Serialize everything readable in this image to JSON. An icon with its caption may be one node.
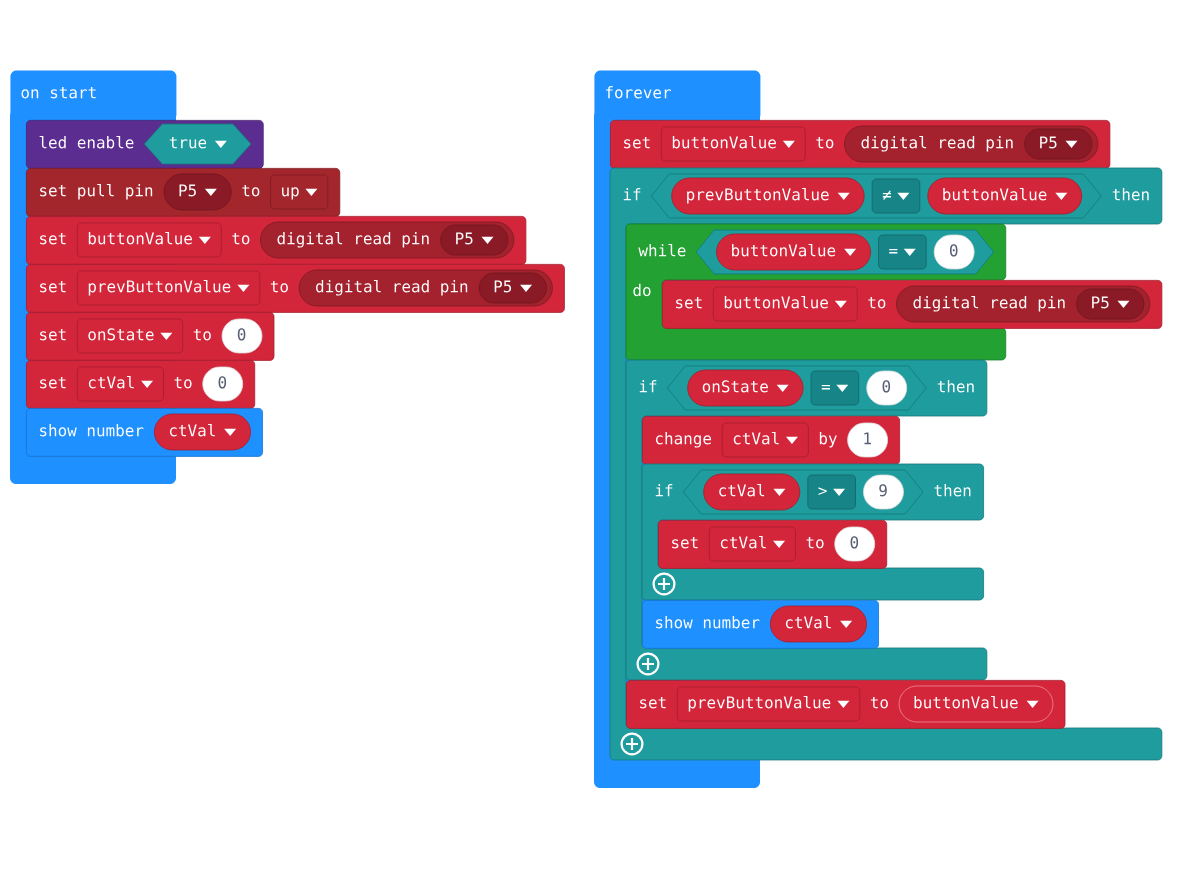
{
  "diagram": {
    "nodes": [
      {
        "text": [
          "on start"
        ]
      },
      {
        "text": [
          "led enable"
        ]
      },
      {
        "text": [
          "true"
        ],
        "in": 1
      },
      {
        "text": [
          "set pull pin",
          "to"
        ]
      },
      {
        "text": [
          "P5"
        ],
        "in": 3
      },
      {
        "text": [
          "up"
        ],
        "in": 3
      },
      {
        "text": [
          "set",
          "to"
        ]
      },
      {
        "text": [
          "buttonValue"
        ],
        "in": 6
      },
      {
        "text": [
          "digital read pin"
        ],
        "in": 6
      },
      {
        "text": [
          "P5"
        ],
        "in": 8
      },
      {
        "text": [
          "set",
          "to"
        ]
      },
      {
        "text": [
          "prevButtonValue"
        ],
        "in": 10
      },
      {
        "text": [
          "digital read pin"
        ],
        "in": 10
      },
      {
        "text": [
          "P5"
        ],
        "in": 12
      },
      {
        "text": [
          "set",
          "to"
        ]
      },
      {
        "text": [
          "onState"
        ],
        "in": 14
      },
      {
        "text": [
          "0"
        ],
        "in": 14
      },
      {
        "text": [
          "set",
          "to"
        ]
      },
      {
        "text": [
          "ctVal"
        ],
        "in": 17
      },
      {
        "text": [
          "0"
        ],
        "in": 17
      },
      {
        "text": [
          "show number"
        ]
      },
      {
        "text": [
          "ctVal"
        ],
        "in": 20
      },
      {
        "text": [
          "forever"
        ]
      },
      {
        "text": [
          "set",
          "to"
        ]
      },
      {
        "text": [
          "buttonValue"
        ],
        "in": 23
      },
      {
        "text": [
          "digital read pin"
        ],
        "in": 23
      },
      {
        "text": [
          "P5"
        ],
        "in": 25
      },
      {
        "text": [
          "if",
          "then"
        ]
      },
      {
        "text": [],
        "shape": "hexagon",
        "in": 27
      },
      {
        "text": [
          "prevButtonValue"
        ],
        "in": 28
      },
      {
        "text": [
          "≠"
        ],
        "in": 28
      },
      {
        "text": [
          "buttonValue"
        ],
        "in": 28
      },
      {
        "text": [
          "while",
          "do"
        ],
        "in": 27
      },
      {
        "text": [],
        "shape": "hexagon",
        "in": 32
      },
      {
        "text": [
          "buttonValue"
        ],
        "in": 33
      },
      {
        "text": [
          "="
        ],
        "in": 33
      },
      {
        "text": [
          "0"
        ],
        "in": 33
      },
      {
        "text": [
          "set",
          "to"
        ]
      },
      {
        "text": [
          "buttonValue"
        ],
        "in": 37
      },
      {
        "text": [
          "digital read pin"
        ],
        "in": 37
      },
      {
        "text": [
          "P5"
        ],
        "in": 39
      },
      {
        "text": [
          "if",
          "then"
        ],
        "in": 27
      },
      {
        "text": [],
        "shape": "hexagon",
        "in": 41
      },
      {
        "text": [
          "onState"
        ],
        "in": 42
      },
      {
        "text": [
          "="
        ],
        "in": 42
      },
      {
        "text": [
          "0"
        ],
        "in": 42
      },
      {
        "text": [
          "change",
          "by"
        ],
        "in": 41
      },
      {
        "text": [
          "ctVal"
        ],
        "in": 46
      },
      {
        "text": [
          "1"
        ],
        "in": 46
      },
      {
        "text": [
          "if",
          "then"
        ],
        "in": 41
      },
      {
        "text": [],
        "shape": "hexagon",
        "in": 49
      },
      {
        "text": [
          "ctVal"
        ],
        "in": 50
      },
      {
        "text": [
          ">"
        ],
        "in": 50
      },
      {
        "text": [
          "9"
        ],
        "in": 50
      },
      {
        "text": [
          "set",
          "to"
        ],
        "in": 49
      },
      {
        "text": [
          "ctVal"
        ],
        "in": 54
      },
      {
        "text": [
          "0"
        ],
        "in": 54
      },
      {
        "text": [
          "show number"
        ],
        "in": 41
      },
      {
        "text": [
          "ctVal"
        ],
        "in": 57
      },
      {
        "text": [
          "set",
          "to"
        ],
        "in": 27
      },
      {
        "text": [
          "prevButtonValue"
        ],
        "in": 59
      },
      {
        "text": [
          "buttonValue"
        ],
        "in": 59
      }
    ]
  }
}
